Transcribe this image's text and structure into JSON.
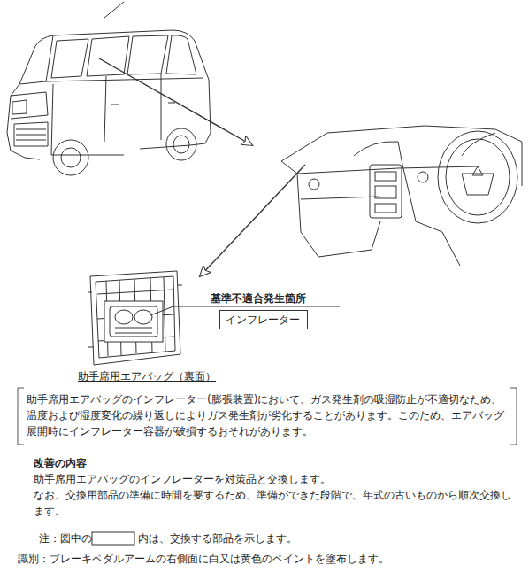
{
  "diagram": {
    "nodes": [
      {
        "text": [
          "インフレーター"
        ]
      }
    ],
    "labels": [
      "基準不適合発生箇所",
      "助手席用エアバッグ（裏面）",
      "助手席用エアバッグのインフレーター(膨張装置)において、ガス発生剤の吸湿防止が不適切なため、温度および湿度変化の繰り返しによりガス発生剤が劣化することがあります。このため、エアバッグ展開時にインフレーター容器が破損するおそれがあります。",
      "改善の内容",
      "助手席用エアバッグのインフレーターを対策品と交換します。",
      "なお、交換用部品の準備に時間を要するため、準備ができた段階で、年式の古いものから順次交換します。",
      "注：図中の",
      "内は、交換する部品を示します。",
      "識別：ブレーキペダルアームの右側面に白又は黄色のペイントを塗布します。"
    ]
  }
}
